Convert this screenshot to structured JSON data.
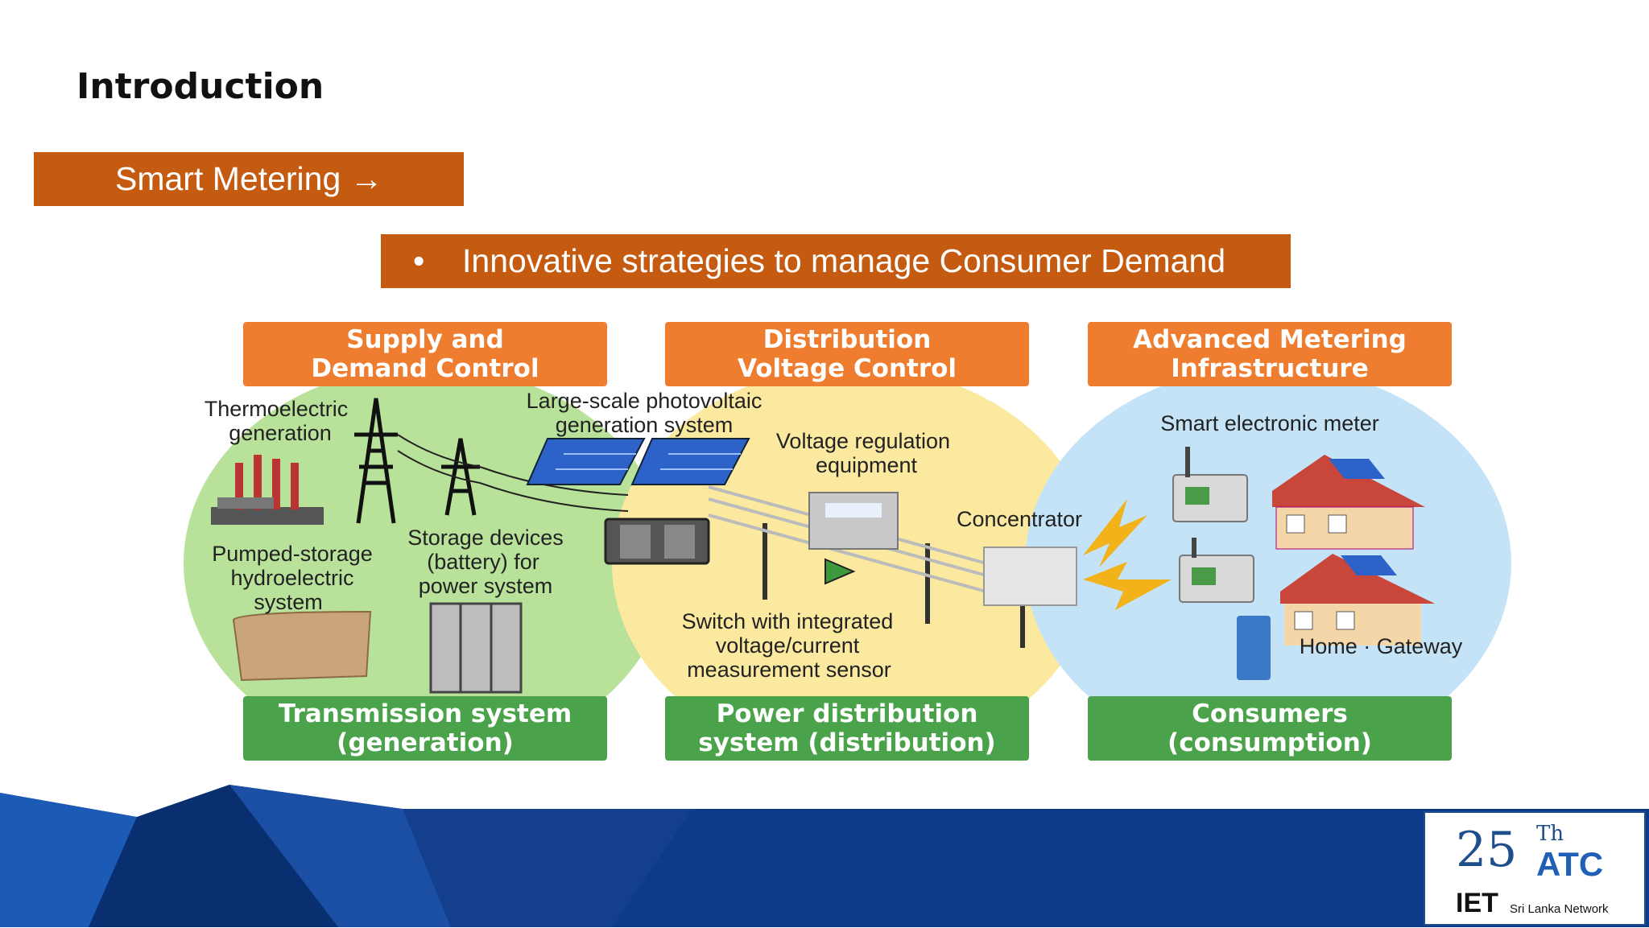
{
  "slide": {
    "title": "Introduction",
    "section_label": "Smart Metering →",
    "bullet": "•",
    "bullet_text": "Innovative strategies to manage Consumer Demand"
  },
  "diagram": {
    "headers": {
      "supply_l1": "Supply and",
      "supply_l2": "Demand Control",
      "dist_l1": "Distribution",
      "dist_l2": "Voltage Control",
      "ami_l1": "Advanced Metering",
      "ami_l2": "Infrastructure"
    },
    "footers": {
      "trans_l1": "Transmission system",
      "trans_l2": "(generation)",
      "power_l1": "Power distribution",
      "power_l2": "system (distribution)",
      "cons_l1": "Consumers",
      "cons_l2": "(consumption)"
    },
    "labels": {
      "thermo_l1": "Thermoelectric",
      "thermo_l2": "generation",
      "pv_l1": "Large-scale photovoltaic",
      "pv_l2": "generation system",
      "vreg_l1": "Voltage regulation",
      "vreg_l2": "equipment",
      "concentrator": "Concentrator",
      "smeter": "Smart electronic meter",
      "pumped_l1": "Pumped-storage",
      "pumped_l2": "hydroelectric",
      "pumped_l3": "system",
      "storage_l1": "Storage devices",
      "storage_l2": "(battery) for",
      "storage_l3": "power system",
      "switch_l1": "Switch with integrated",
      "switch_l2": "voltage/current",
      "switch_l3": "measurement sensor",
      "gateway": "Home · Gateway"
    },
    "colors": {
      "header_orange": "#ef7d30",
      "footer_green": "#4aa34a",
      "zone_green": "#b8e29a",
      "zone_yellow": "#fbe9a0",
      "zone_blue": "#c4e3f7"
    }
  },
  "logo": {
    "number": "25",
    "superscript": "Th",
    "acronym": "ATC",
    "org": "IET",
    "network": "Sri Lanka Network"
  },
  "theme": {
    "accent_orange": "#c55a11",
    "footer_blue": "#0d3b8a"
  }
}
